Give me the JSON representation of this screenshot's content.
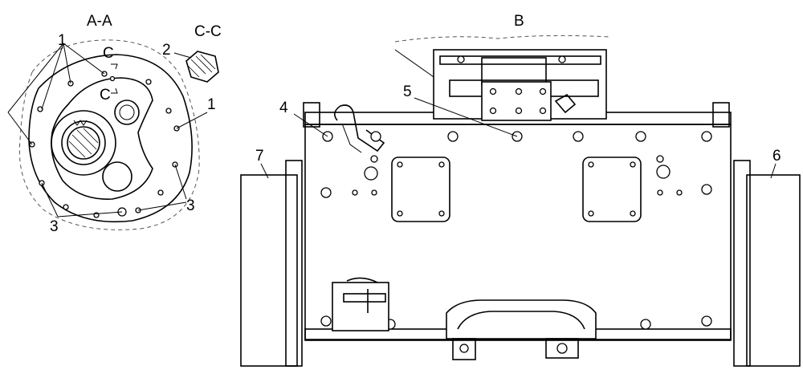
{
  "views": {
    "aa": "A-A",
    "cc": "C-C",
    "b": "B"
  },
  "section_marks": {
    "c_upper": "C",
    "c_lower": "C"
  },
  "callouts": {
    "n1_left": "1",
    "n1_right": "1",
    "n2": "2",
    "n3_right": "3",
    "n3_bottom": "3",
    "n4": "4",
    "n5": "5",
    "n6": "6",
    "n7": "7"
  }
}
